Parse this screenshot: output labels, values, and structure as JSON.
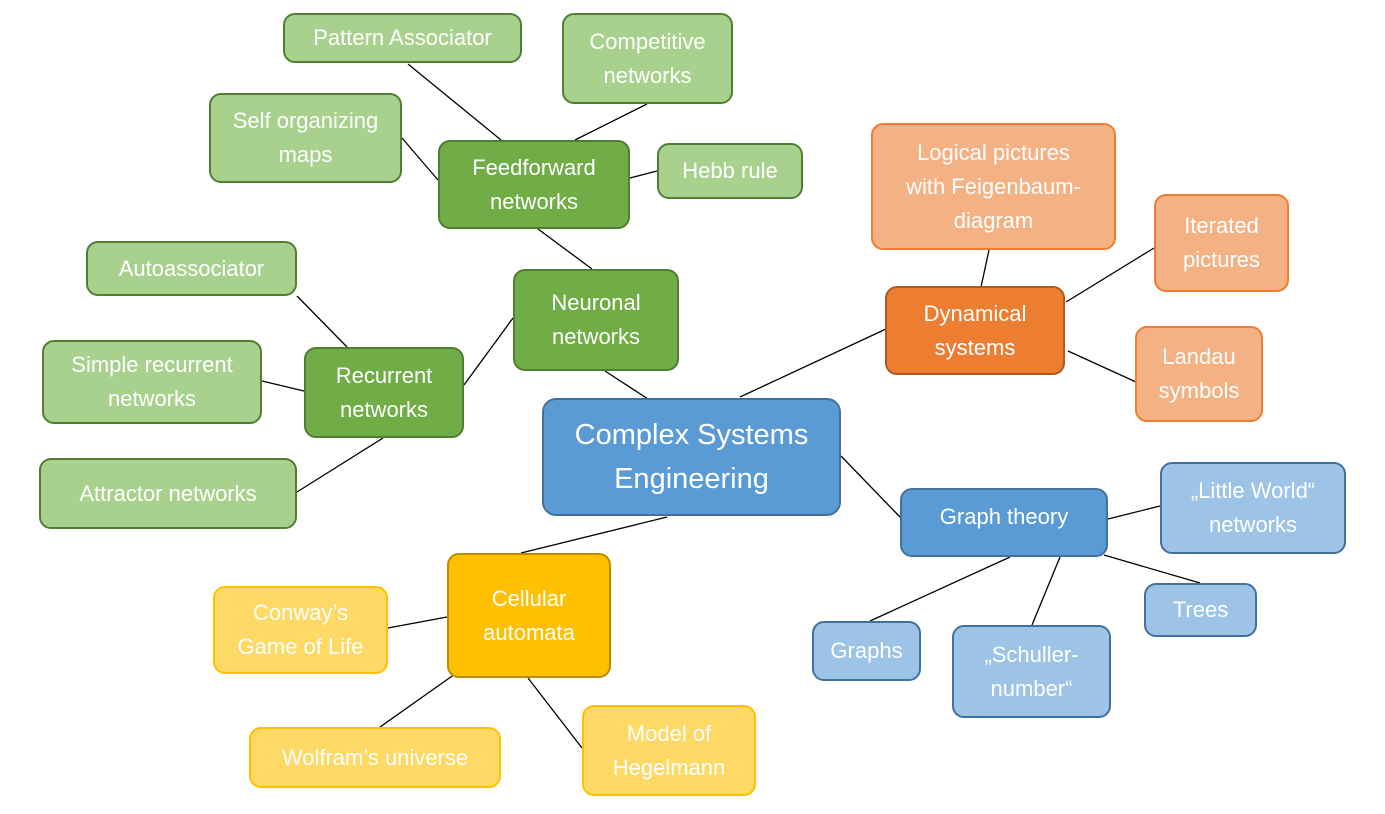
{
  "root": "Complex Systems\nEngineering",
  "neuronal": {
    "label": "Neuronal\nnetworks",
    "feedforward": {
      "label": "Feedforward\nnetworks",
      "children": [
        "Pattern Associator",
        "Competitive\nnetworks",
        "Self organizing\nmaps",
        "Hebb rule"
      ]
    },
    "recurrent": {
      "label": "Recurrent\nnetworks",
      "children": [
        "Autoassociator",
        "Simple recurrent\nnetworks",
        "Attractor networks"
      ]
    }
  },
  "dynamical": {
    "label": "Dynamical\nsystems",
    "children": [
      "Logical pictures\nwith Feigenbaum-\ndiagram",
      "Iterated\npictures",
      "Landau\nsymbols"
    ]
  },
  "graph": {
    "label": "Graph theory",
    "children": [
      "„Little World“\nnetworks",
      "Trees",
      "„Schuller-\nnumber“",
      "Graphs"
    ]
  },
  "cellular": {
    "label": "Cellular\nautomata",
    "children": [
      "Conway’s\nGame of Life",
      "Wolfram’s universe",
      "Model of\nHegelmann"
    ]
  }
}
